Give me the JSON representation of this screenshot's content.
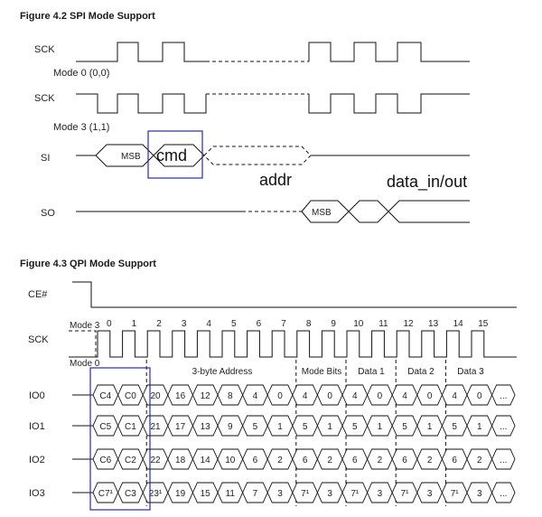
{
  "fig42": {
    "title": "Figure 4.2 SPI Mode Support",
    "sck_label": "SCK",
    "mode0": "Mode 0 (0,0)",
    "mode3": "Mode 3 (1,1)",
    "si_label": "SI",
    "so_label": "SO",
    "msb": "MSB",
    "cmd": "cmd",
    "addr": "addr",
    "data": "data_in/out"
  },
  "fig43": {
    "title": "Figure 4.3 QPI Mode Support",
    "ce_label": "CE#",
    "sck_label": "SCK",
    "mode3": "Mode 3",
    "mode0": "Mode 0",
    "clock_numbers": [
      "0",
      "1",
      "2",
      "3",
      "4",
      "5",
      "6",
      "7",
      "8",
      "9",
      "10",
      "11",
      "12",
      "13",
      "14",
      "15"
    ],
    "groups": [
      "3-byte Address",
      "Mode Bits",
      "Data 1",
      "Data 2",
      "Data 3"
    ],
    "io_rows": [
      {
        "label": "IO0",
        "cells": [
          "C4",
          "C0",
          "20",
          "16",
          "12",
          "8",
          "4",
          "0",
          "4",
          "0",
          "4",
          "0",
          "4",
          "0",
          "4",
          "0",
          "..."
        ]
      },
      {
        "label": "IO1",
        "cells": [
          "C5",
          "C1",
          "21",
          "17",
          "13",
          "9",
          "5",
          "1",
          "5",
          "1",
          "5",
          "1",
          "5",
          "1",
          "5",
          "1",
          "..."
        ]
      },
      {
        "label": "IO2",
        "cells": [
          "C6",
          "C2",
          "22",
          "18",
          "14",
          "10",
          "6",
          "2",
          "6",
          "2",
          "6",
          "2",
          "6",
          "2",
          "6",
          "2",
          "..."
        ]
      },
      {
        "label": "IO3",
        "cells": [
          "C7¹",
          "C3",
          "23¹",
          "19",
          "15",
          "11",
          "7",
          "3",
          "7¹",
          "3",
          "7¹",
          "3",
          "7¹",
          "3",
          "7¹",
          "3",
          "..."
        ]
      }
    ]
  }
}
